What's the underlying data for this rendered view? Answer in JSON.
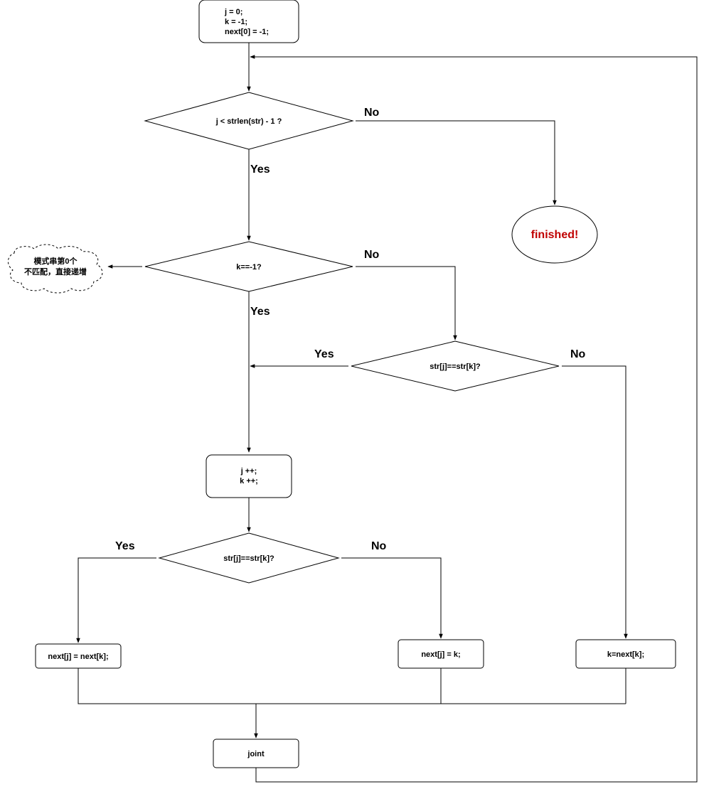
{
  "nodes": {
    "init": [
      "j  = 0;",
      "k = -1;",
      "next[0] = -1;"
    ],
    "cond_loop": "j < strlen(str) - 1 ?",
    "finished": "finished!",
    "cond_k": "k==-1?",
    "note": [
      "模式串第0个",
      "不匹配，直接递增"
    ],
    "cond_match1": "str[j]==str[k]?",
    "increment": [
      "j ++;",
      "k ++;"
    ],
    "cond_match2": "str[j]==str[k]?",
    "assign_nextk": "next[j] = next[k];",
    "assign_k": "next[j] = k;",
    "backtrack": "k=next[k];",
    "joint": "joint"
  },
  "edge_labels": {
    "loop_no": "No",
    "loop_yes": "Yes",
    "k_no": "No",
    "k_yes": "Yes",
    "match1_yes": "Yes",
    "match1_no": "No",
    "match2_yes": "Yes",
    "match2_no": "No"
  },
  "colors": {
    "finished_text": "#c00000",
    "stroke": "#000000",
    "background": "#ffffff"
  }
}
